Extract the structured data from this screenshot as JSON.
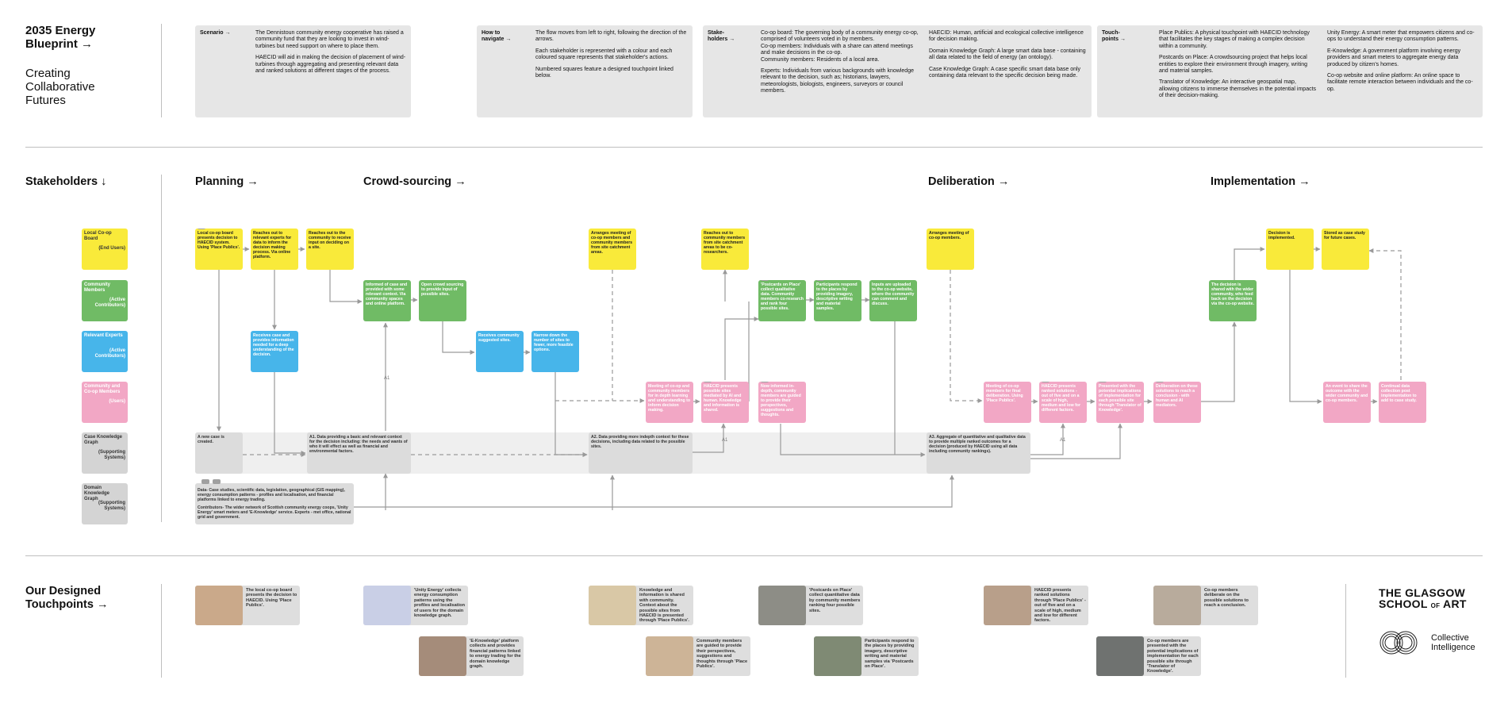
{
  "header": {
    "title": "2035 Energy Blueprint →",
    "subtitle": "Creating Collaborative Futures"
  },
  "info": {
    "scenario": {
      "label": "Scenario →",
      "paras": [
        "The Dennistoun community energy cooperative has raised a community fund that they are looking to invest in wind-turbines but need support on where to place them.",
        "HAECID will aid in making the decision of placement of wind-turbines through aggregating and presenting relevant data and ranked solutions at different stages of the process."
      ]
    },
    "navigate": {
      "label": "How to navigate →",
      "paras": [
        "The flow moves from left to right, following the direction of the arrows.",
        "Each stakeholder is represented with a colour and each coloured square represents that stakeholder's actions.",
        "Numbered squares feature a designed touchpoint linked below."
      ]
    },
    "stakeholders": {
      "label": "Stake- holders →",
      "col1": [
        "Co-op board: The governing body of a community energy co-op, comprised of volunteers voted in by members.",
        "Co-op members: Individuals with a share can attend meetings and make decisions in the co-op.",
        "Community members: Residents of a local area.",
        "Experts: Individuals from various backgrounds with knowledge relevant to the decision, such as; historians, lawyers, meteorologists, biologists, engineers, surveyors or council members."
      ],
      "col2": [
        "HAECID: Human, artificial and ecological collective intelligence for decision making.",
        "Domain Knowledge Graph: A large smart data base - containing all data related to the field of energy (an ontology).",
        "Case Knowledge Graph: A case specific smart data base only containing data relevant to the specific decision being made."
      ]
    },
    "touchpoints": {
      "label": "Touch- points →",
      "col1": [
        "Place Publics: A physical touchpoint with HAECID technology that facilitates the key stages of making a complex decision within a community.",
        "Postcards on Place: A crowdsourcing project that helps local entities to explore their environment through imagery, writing and material samples.",
        "Translator of Knowledge: An interactive geospatial map, allowing citizens to immerse themselves in the potential impacts of their decision-making."
      ],
      "col2": [
        "Unity Energy: A smart meter that empowers citizens and co-ops to understand their energy consumption patterns.",
        "E-Knowledge: A government platform involving energy providers and smart meters to aggregate energy data produced by citizen's homes.",
        "Co-op website and online platform: An online space to facilitate remote interaction between individuals and the co-op."
      ]
    }
  },
  "sections": {
    "stakeholders": "Stakeholders ↓",
    "planning": "Planning →",
    "crowd": "Crowd-sourcing →",
    "deliberation": "Deliberation →",
    "implementation": "Implementation →",
    "touchpoints": "Our Designed Touchpoints →"
  },
  "lanes": [
    {
      "name": "Local Co-op Board",
      "role": "(End Users)",
      "color": "#f9ea3a"
    },
    {
      "name": "Community Members",
      "role": "(Active Contributors)",
      "color": "#70bb65"
    },
    {
      "name": "Relevant Experts",
      "role": "(Active Contributors)",
      "color": "#47b5ea"
    },
    {
      "name": "Community and Co-op Members",
      "role": "(Users)",
      "color": "#f2a7c5"
    },
    {
      "name": "Case Knowledge Graph",
      "role": "(Supporting Systems)",
      "color": "#d4d4d4"
    },
    {
      "name": "Domain Knowledge Graph",
      "role": "(Supporting Systems)",
      "color": "#d4d4d4"
    }
  ],
  "boxes": {
    "y1": "Local co-op board presents decision to HAECID system. Using 'Place Publics'.",
    "y2": "Reaches out to relevant experts for data to inform the decision making process. Via online platform.",
    "y3": "Reaches out to the community to receive input on deciding on a site.",
    "y4": "Arranges meeting of co-op members and community members from site catchment areas.",
    "y5": "Reaches out to community members from site catchment areas to be co-researchers.",
    "y6": "Arranges meeting of co-op members.",
    "y7": "Decision is implemented.",
    "y8": "Stored as case study for future cases.",
    "g1": "Informed of case and provided with some relevant context. Via community spaces and online platform.",
    "g2": "Open crowd sourcing to provide input of possible sites.",
    "g3": "'Postcards on Place' collect qualitative data. Community members co-research and rank four possible sites.",
    "g4": "Participants respond to the places by providing imagery, descriptive writing and material samples.",
    "g5": "Inputs are uploaded to the co-op website, where the community can comment and discuss.",
    "g6": "The decision is shared with the wider community, who feed back on the decision via the co-op website.",
    "b1": "Receives case and provides information needed for a deep understanding of the decision.",
    "b2": "Receives community suggested sites.",
    "b3": "Narrow down the number of sites to fewer, more feasible options.",
    "p1": "Meeting of co-op and community members for in depth learning and understanding to inform decision making.",
    "p2": "HAECID presents possible sites mediated by AI and human. Knowledge and information is shared.",
    "p3": "Now informed in-depth, community members are guided to provide their perspectives, suggestions and thoughts.",
    "p4": "Meeting of co-op members for final deliberation. Using 'Place Publics'.",
    "p5": "HAECID presents ranked solutions - out of five and on a scale of high, medium and low for different factors.",
    "p6": "Presented with the potential implications of implementation for each possible site through 'Translator of Knowledge'.",
    "p7": "Deliberation on these solutions to reach a conclusion - with human and AI mediators.",
    "p8": "An event to share the outcome with the wider community and co-op members.",
    "p9": "Continual data collection post implementation to add to case study.",
    "k0": "A new case is created.",
    "k1": "A1. Data providing a basic and relevant context for the decision including: the needs and wants of who it will effect as well as financial and environmental factors.",
    "k2": "A2. Data providing more indepth context for these decisions, including data related to the possible sites.",
    "k3": "A3. Aggregate of quantitative and qualitative data to provide multiple ranked outcomes for a decision (produced by HAECID using all data including community rankings).",
    "d1": "Data- Case studies, scientific data, legislation, geographical (GIS mapping), energy consumption patterns - profiles and localisation, and financial platforms linked to energy trading.",
    "d2": "Contributors- The wider network of Scottish community energy coops, 'Unity Energy' smart meters and 'E-Knowledge' service. Experts - met office, national grid and government."
  },
  "arrow_labels": [
    "A1",
    "A1",
    "A1"
  ],
  "touchpoints": [
    {
      "text": "The local co-op board presents the decision to HAECID. Using 'Place Publics'.",
      "tone": "#caa98a"
    },
    {
      "text": "'Unity Energy' collects energy consumption patterns using the profiles and localisation of users for the domain knowledge graph.",
      "tone": "#c9cfe6"
    },
    {
      "text": "'E-Knowledge' platform collects and provides financial patterns linked to energy trading for the domain knowledge graph.",
      "tone": "#a58c7a"
    },
    {
      "text": "Knowledge and information is shared with community. Context about the possible sites from HAECID is presented through 'Place Publics'.",
      "tone": "#d9c8a6"
    },
    {
      "text": "Community members are guided to provide their perspectives, suggestions and thoughts through 'Place Publics'.",
      "tone": "#cdb497"
    },
    {
      "text": "'Postcards on Place' collect quantitative data by community members ranking four possible sites.",
      "tone": "#8d8d86"
    },
    {
      "text": "Participants respond to the places by providing imagery, descriptive writing and material samples via 'Postcards on Place'.",
      "tone": "#7f8a74"
    },
    {
      "text": "HAECID presents ranked solutions through 'Place Publics' - out of five and on a scale of high, medium and low for different factors.",
      "tone": "#b89f8a"
    },
    {
      "text": "Co-op members deliberate on the possible solutions to reach a conclusion.",
      "tone": "#b8ab9c"
    },
    {
      "text": "Co-op members are presented with the potential implications of implementation for each possible site through 'Translator of Knowledge'.",
      "tone": "#6f7270"
    }
  ],
  "logos": {
    "gsa1": "THE GLASGOW",
    "gsa2": "SCHOOL",
    "gsa_art": "ART",
    "ci1": "Collective",
    "ci2": "Intelligence"
  }
}
